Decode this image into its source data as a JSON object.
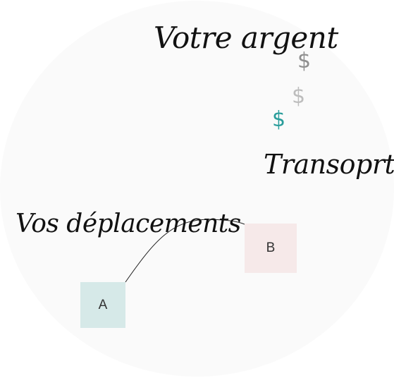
{
  "diagram": {
    "money_title": "Votre argent",
    "transport_title": "Transoprt",
    "travel_title": "Vos déplacements",
    "dollar_symbols": [
      "$",
      "$",
      "$"
    ],
    "box_a_label": "A",
    "box_b_label": "B",
    "colors": {
      "background_circle": "#fafafa",
      "box_a": "#d6e9e8",
      "box_b": "#f6e9e9",
      "dollar_accent": "#2a9d9b",
      "dollar_dark_gray": "#8f8f8f",
      "dollar_light_gray": "#bdbdbd",
      "connector": "#222222"
    }
  }
}
